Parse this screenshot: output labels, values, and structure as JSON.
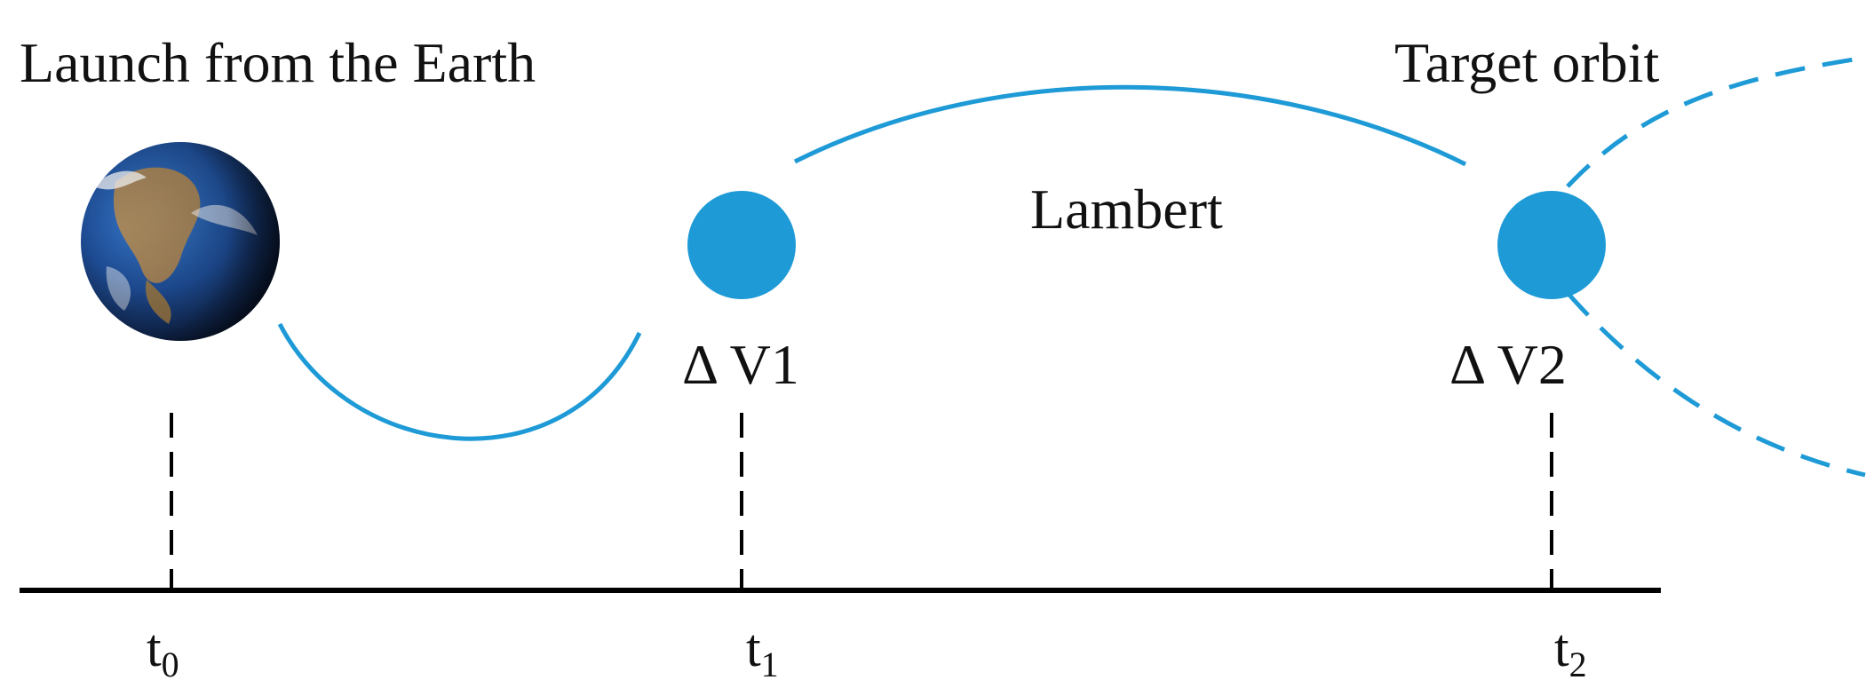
{
  "labels": {
    "launch": "Launch from the Earth",
    "target": "Target orbit",
    "lambert": "Lambert",
    "dv1": "Δ V1",
    "dv2": "Δ V2"
  },
  "timeline": [
    {
      "base": "t",
      "sub": "0"
    },
    {
      "base": "t",
      "sub": "1"
    },
    {
      "base": "t",
      "sub": "2"
    }
  ],
  "colors": {
    "orbit": "#1e9ad6",
    "node": "#1e9ad6",
    "axis": "#000000",
    "earth_ocean": "#1f4f9a",
    "earth_land": "#b28a52",
    "earth_cloud": "#ffffff"
  },
  "icons": {
    "earth": "earth-globe-icon"
  }
}
